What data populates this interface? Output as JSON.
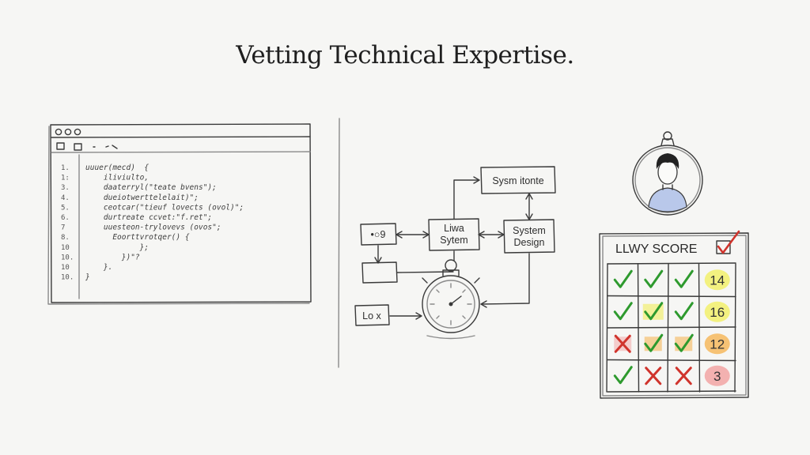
{
  "title": "Vetting Technical Expertise.",
  "code_window": {
    "lines": [
      {
        "num": "1.",
        "text": "uuuer(mecd)  {"
      },
      {
        "num": "1:",
        "text": "    iliviulto,"
      },
      {
        "num": "3.",
        "text": "    daaterryl(\"teate bvens\");"
      },
      {
        "num": "4.",
        "text": "    dueiotwerttelelait)\";"
      },
      {
        "num": "5.",
        "text": "    ceotcar(\"tieuf lovects (ovol)\";"
      },
      {
        "num": "6.",
        "text": "    durtreate ccvet:\"f.ret\";"
      },
      {
        "num": "7",
        "text": "    uuesteon-trylovevs (ovos\";"
      },
      {
        "num": "8.",
        "text": "      Eoorttvrotqer() {"
      },
      {
        "num": "10",
        "text": "            };"
      },
      {
        "num": "10.",
        "text": "        })\"?"
      },
      {
        "num": "10",
        "text": "    }."
      },
      {
        "num": "10.",
        "text": "}"
      }
    ]
  },
  "flow": {
    "top_box": "Sysm itonte",
    "mid_box": [
      "Liwa",
      "Sytem"
    ],
    "right_box": [
      "System",
      "Design"
    ],
    "left_box": "•○9",
    "bottom_box": "Lo x"
  },
  "scorecard": {
    "header": "LLWY SCORE",
    "grid": [
      [
        "check",
        "check",
        "check",
        "14"
      ],
      [
        "check",
        "check",
        "check",
        "16"
      ],
      [
        "cross",
        "check",
        "check",
        "12"
      ],
      [
        "check",
        "cross",
        "cross",
        "3"
      ]
    ],
    "colors": {
      "check": "#2e9a2e",
      "cross": "#d0342c",
      "highlight_yellow": "#f2ef5a",
      "highlight_orange": "#f5b04a",
      "highlight_red": "#f29a9a"
    }
  }
}
